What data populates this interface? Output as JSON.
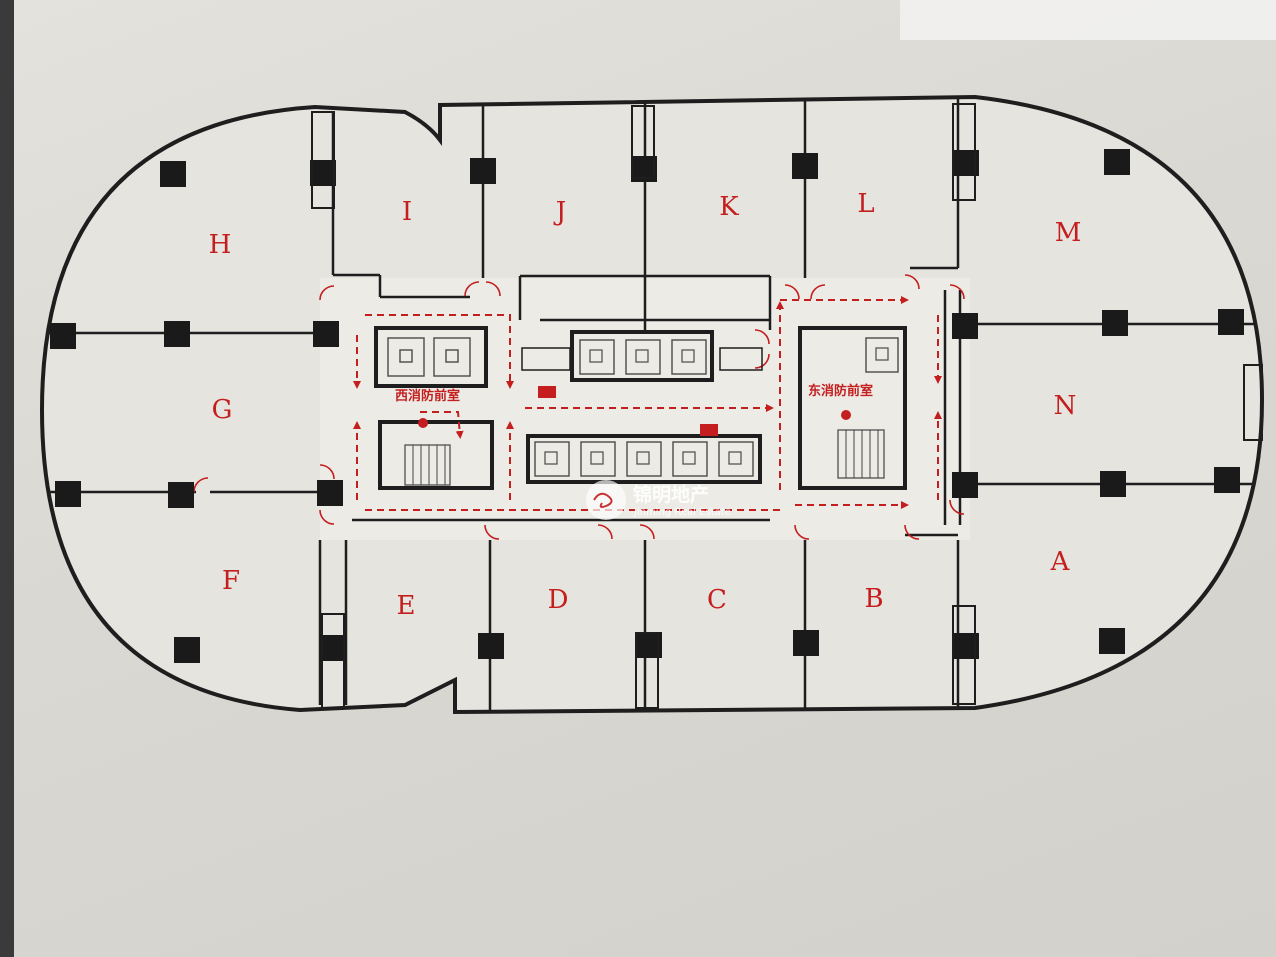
{
  "units": [
    "A",
    "B",
    "C",
    "D",
    "E",
    "F",
    "G",
    "H",
    "I",
    "J",
    "K",
    "L",
    "M",
    "N"
  ],
  "lobby_west_label": "西消防前室",
  "lobby_east_label": "东消防前室",
  "watermark": {
    "name_cn": "锦明地产",
    "name_en": "Jinming Real Estate"
  },
  "colors": {
    "wall": "#1e1e1e",
    "accent_red": "#c41e1e",
    "paper": "#e6e4df"
  }
}
